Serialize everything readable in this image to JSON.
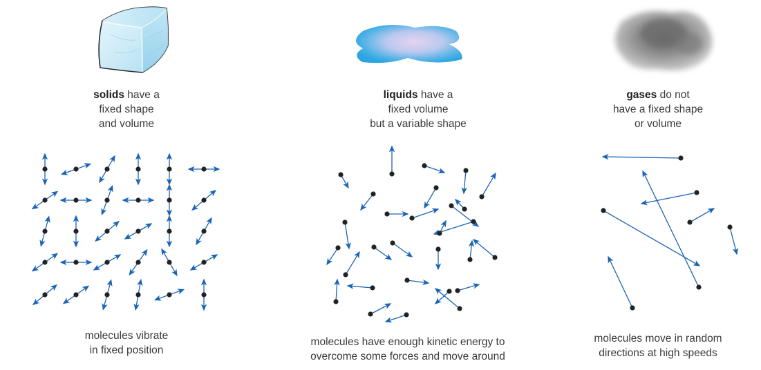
{
  "panels": [
    {
      "key": "solid",
      "caption_bold": "solids",
      "caption_line1_rest": " have a",
      "caption_line2": "fixed shape",
      "caption_line3": "and volume",
      "description_line1": "molecules vibrate",
      "description_line2": "in fixed position",
      "illustration": "ice-cube-icon"
    },
    {
      "key": "liquid",
      "caption_bold": "liquids",
      "caption_line1_rest": " have a",
      "caption_line2": "fixed volume",
      "caption_line3": "but a variable shape",
      "description_line1": "molecules have enough kinetic energy to",
      "description_line2": "overcome some forces and move around",
      "illustration": "liquid-puddle-icon"
    },
    {
      "key": "gas",
      "caption_bold": "gases",
      "caption_line1_rest": " do not",
      "caption_line2": "have a fixed shape",
      "caption_line3": "or volume",
      "description_line1": "molecules move in random",
      "description_line2": "directions at high speeds",
      "illustration": "gas-cloud-icon"
    }
  ],
  "colors": {
    "arrow": "#1a64b4",
    "molecule": "#222222",
    "text": "#3a3a3a"
  }
}
